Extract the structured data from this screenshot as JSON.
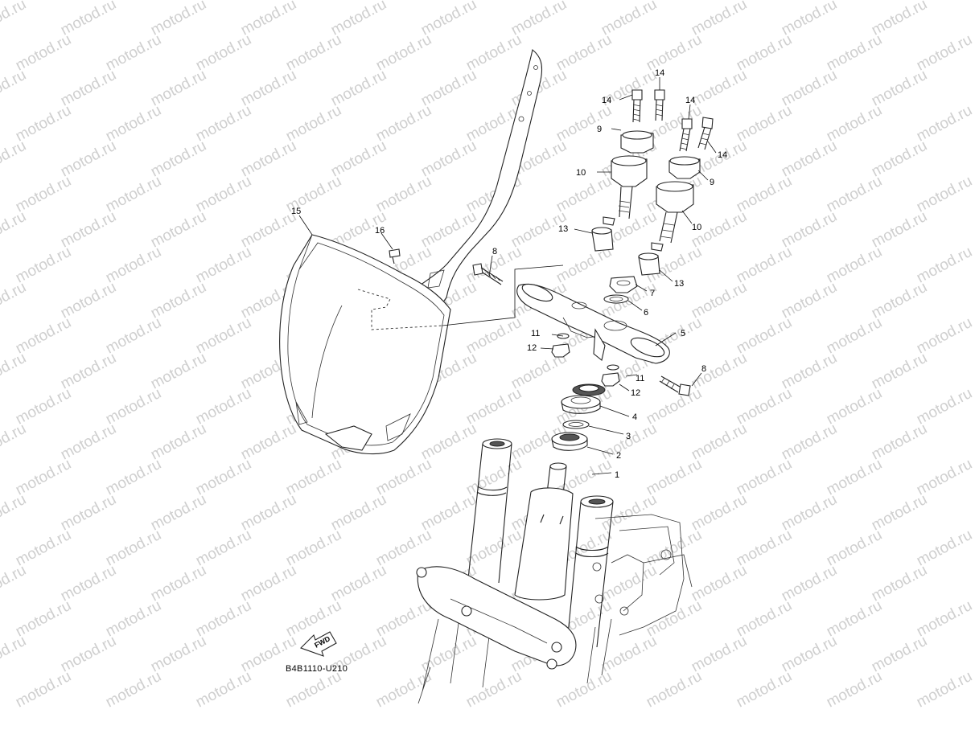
{
  "watermark": {
    "text": "motod.ru"
  },
  "diagram": {
    "code": "B4B1110-U210",
    "fwd_label": "FWD",
    "callouts": [
      {
        "id": "c1",
        "text": "1"
      },
      {
        "id": "c2",
        "text": "2"
      },
      {
        "id": "c3",
        "text": "3"
      },
      {
        "id": "c4",
        "text": "4"
      },
      {
        "id": "c5",
        "text": "5"
      },
      {
        "id": "c6",
        "text": "6"
      },
      {
        "id": "c7",
        "text": "7"
      },
      {
        "id": "c8a",
        "text": "8"
      },
      {
        "id": "c8b",
        "text": "8"
      },
      {
        "id": "c9a",
        "text": "9"
      },
      {
        "id": "c9b",
        "text": "9"
      },
      {
        "id": "c10a",
        "text": "10"
      },
      {
        "id": "c10b",
        "text": "10"
      },
      {
        "id": "c11a",
        "text": "11"
      },
      {
        "id": "c11b",
        "text": "11"
      },
      {
        "id": "c12a",
        "text": "12"
      },
      {
        "id": "c12b",
        "text": "12"
      },
      {
        "id": "c13a",
        "text": "13"
      },
      {
        "id": "c13b",
        "text": "13"
      },
      {
        "id": "c14a",
        "text": "14"
      },
      {
        "id": "c14b",
        "text": "14"
      },
      {
        "id": "c14c",
        "text": "14"
      },
      {
        "id": "c14d",
        "text": "14"
      },
      {
        "id": "c15",
        "text": "15"
      },
      {
        "id": "c16",
        "text": "16"
      }
    ]
  }
}
